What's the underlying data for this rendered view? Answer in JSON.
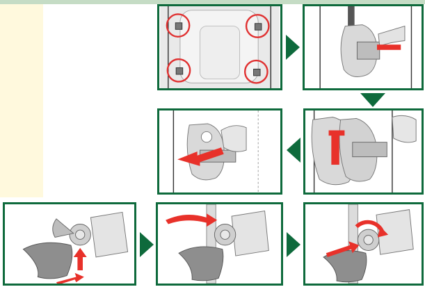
{
  "figure": {
    "description_free": true,
    "colors": {
      "frame_green": "#0e6a3c",
      "arrow_green": "#0e6a3c",
      "action_red": "#e8312a",
      "marker_circle_red": "#e03030",
      "panel_gray": "#d9d9d9",
      "part_gray": "#a8a8a8",
      "cream_margin": "#fff9dd"
    },
    "steps": [
      {
        "id": 1,
        "icon": "mounting-bracket-points-icon"
      },
      {
        "id": 2,
        "icon": "screwdriver-release-icon"
      },
      {
        "id": 3,
        "icon": "slide-holder-off-icon"
      },
      {
        "id": 4,
        "icon": "slide-holder-left-icon"
      },
      {
        "id": 5,
        "icon": "clamp-press-up-icon"
      },
      {
        "id": 6,
        "icon": "attach-to-pole-icon"
      },
      {
        "id": 7,
        "icon": "tighten-knob-icon"
      }
    ],
    "flow": [
      "right",
      "down",
      "left",
      "right",
      "right"
    ]
  }
}
